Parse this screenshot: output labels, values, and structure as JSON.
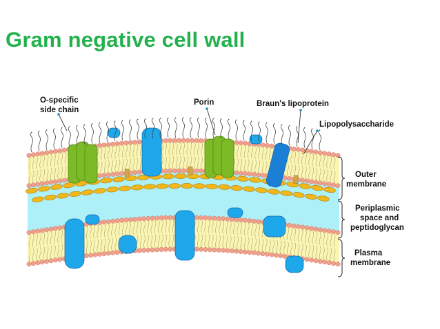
{
  "slide": {
    "title": "Gram negative cell wall"
  },
  "diagram": {
    "labels": {
      "o_specific": [
        "O-specific",
        "side chain"
      ],
      "porin": "Porin",
      "brauns": "Braun's lipoprotein",
      "lps": "Lipopolysaccharide",
      "outer": [
        "Outer",
        "membrane"
      ],
      "periplasmic": [
        "Periplasmic",
        "space and",
        "peptidoglycan"
      ],
      "plasma": [
        "Plasma",
        "membrane"
      ]
    },
    "colors": {
      "title": "#22b14c",
      "head": "#f0a08c",
      "head_stroke": "#c87a68",
      "tail_band": "#fbf5b4",
      "periplasm": "#aef0f7",
      "peptidoglycan": "#f2b71a",
      "peptidoglycan_stroke": "#b07a00",
      "porin": "#7cba27",
      "protein": "#1ea7ea",
      "protein_dark": "#1b7fd6",
      "lipoprotein": "#d4a64a",
      "pointer": "#1d8ac9"
    }
  }
}
